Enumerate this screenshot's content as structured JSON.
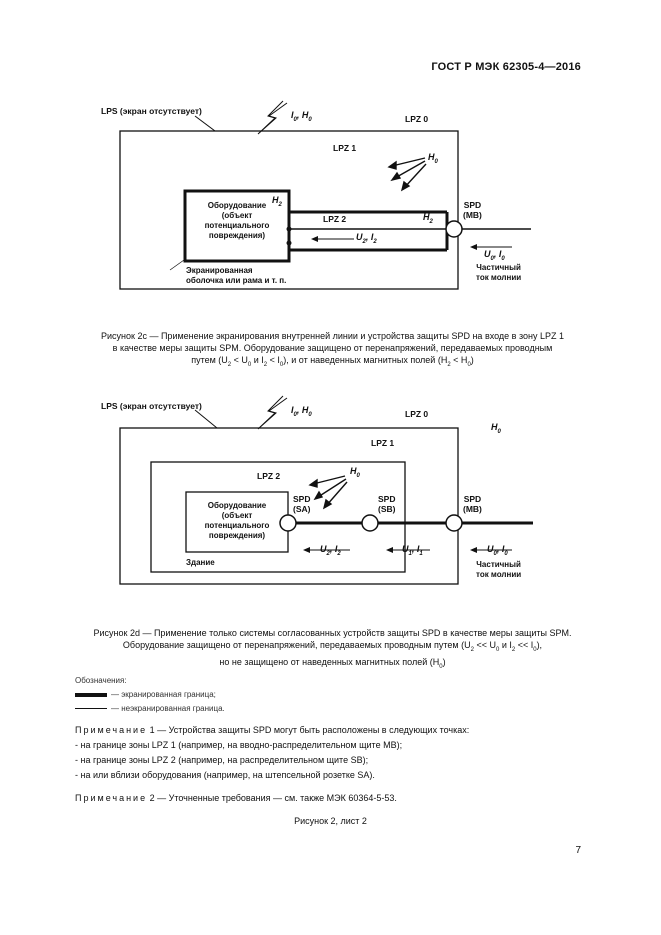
{
  "header": "ГОСТ Р МЭК 62305-4—2016",
  "fig_c": {
    "lps": "LPS (экран отсутствует)",
    "surge": "I",
    "surge_sub": "0",
    "field": "H",
    "field_sub": "0",
    "lpz0": "LPZ 0",
    "lpz1": "LPZ 1",
    "h0": "H",
    "h0_sub": "0",
    "equip_l1": "Оборудование",
    "equip_l2": "(объект",
    "equip_l3": "потенциального",
    "equip_l4": "повреждения)",
    "h2_left": "H",
    "h2_left_sub": "2",
    "lpz2": "LPZ 2",
    "h2_right": "H",
    "h2_right_sub": "2",
    "spd": "SPD",
    "spd_sub": "(MB)",
    "u2": "U",
    "u2_sub": "2",
    "i2": "I",
    "i2_sub": "2",
    "u0": "U",
    "u0_sub": "0",
    "i0": "I",
    "i0_sub": "0",
    "shield_l1": "Экранированная",
    "shield_l2": "оболочка или рама и т. п.",
    "partial_l1": "Частичный",
    "partial_l2": "ток молнии"
  },
  "caption_c": {
    "line1": "Рисунок 2с — Применение экранирования внутренней линии и устройства защиты SPD на входе в зону LPZ 1",
    "line2": "в качестве меры защиты SPM. Оборудование защищено от перенапряжений, передаваемых проводным",
    "line3_a": "путем (U",
    "line3_b": "2",
    "line3_c": " < U",
    "line3_d": "0",
    "line3_e": " и I",
    "line3_f": "2",
    "line3_g": " < I",
    "line3_h": "0",
    "line3_i": "), и от наведенных магнитных полей (H",
    "line3_j": "2",
    "line3_k": " < H",
    "line3_l": "0",
    "line3_m": ")"
  },
  "fig_d": {
    "lps": "LPS (экран отсутствует)",
    "lpz0": "LPZ 0",
    "lpz1": "LPZ 1",
    "lpz2": "LPZ 2",
    "h0_out": "H",
    "h0_out_sub": "0",
    "equip_l1": "Оборудование",
    "equip_l2": "(объект",
    "equip_l3": "потенциального",
    "equip_l4": "повреждения)",
    "spd_sa": "SPD",
    "spd_sa_sub": "(SA)",
    "spd_sb": "SPD",
    "spd_sb_sub": "(SB)",
    "spd_mb": "SPD",
    "spd_mb_sub": "(MB)",
    "building": "Здание",
    "partial_l1": "Частичный",
    "partial_l2": "ток молнии"
  },
  "caption_d": {
    "line1": "Рисунок 2d — Применение только системы согласованных устройств защиты SPD в качестве меры защиты SPM.",
    "line2_a": "Оборудование защищено от перенапряжений, передаваемых проводным путем (U",
    "line2_b": "2",
    "line2_c": " << U",
    "line2_d": "0",
    "line2_e": " и I",
    "line2_f": "2",
    "line2_g": " << I",
    "line2_h": "0",
    "line2_i": "),",
    "line3_a": "но не защищено от наведенных магнитных полей (H",
    "line3_b": "0",
    "line3_c": ")"
  },
  "legend": {
    "title": "Обозначения:",
    "shielded": "— экранированная граница;",
    "unshielded": "— неэкранированная граница."
  },
  "notes": {
    "note1_label": "Примечание",
    "note1_text": " 1 — Устройства защиты SPD могут быть расположены в следующих точках:",
    "item1": "- на границе зоны LPZ 1 (например, на вводно-распределительном щите MB);",
    "item2": "- на границе зоны LPZ 2 (например, на распределительном щите SB);",
    "item3": "- на или вблизи оборудования (например, на штепсельной розетке SA).",
    "note2_label": "Примечание",
    "note2_text": " 2 — Уточненные требования — см. также МЭК 60364-5-53."
  },
  "figure_label": "Рисунок 2, лист 2",
  "page_number": "7"
}
